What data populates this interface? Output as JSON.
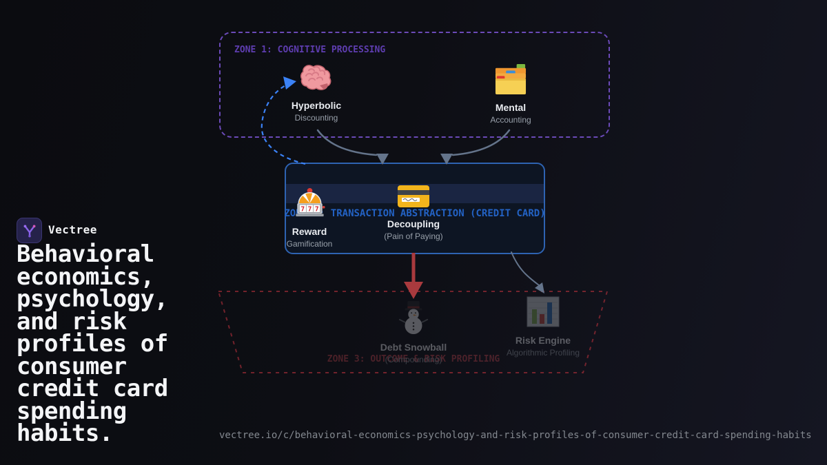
{
  "brand": {
    "name": "Vectree"
  },
  "headline": "Behavioral\neconomics,\npsychology,\nand risk\nprofiles of\nconsumer\ncredit card\nspending\nhabits.",
  "footer": {
    "url": "vectree.io/c/behavioral-economics-psychology-and-risk-profiles-of-consumer-credit-card-spending-habits"
  },
  "diagram": {
    "zone1": {
      "label": "ZONE 1: COGNITIVE PROCESSING",
      "accent": "#6b4ab8",
      "nodes": [
        {
          "icon": "brain-icon",
          "title": "Hyperbolic",
          "subtitle": "Discounting"
        },
        {
          "icon": "card-index-icon",
          "title": "Mental",
          "subtitle": "Accounting"
        }
      ]
    },
    "zone2": {
      "label": "ZONE 2: TRANSACTION ABSTRACTION (CREDIT CARD)",
      "accent": "#2e63b2",
      "nodes": [
        {
          "icon": "slot-machine-icon",
          "title": "Reward",
          "subtitle": "Gamification"
        },
        {
          "icon": "credit-card-icon",
          "title": "Decoupling",
          "subtitle": "(Pain of Paying)"
        }
      ]
    },
    "zone3": {
      "label": "ZONE 3: OUTCOME & RISK PROFILING",
      "accent": "#a03540",
      "nodes": [
        {
          "icon": "snowman-icon",
          "title": "Debt Snowball",
          "subtitle": "(Compounding)"
        },
        {
          "icon": "bar-chart-icon",
          "title": "Risk Engine",
          "subtitle": "Algorithmic Profiling"
        }
      ]
    },
    "arrow_colors": {
      "cognitive_flow": "#64748b",
      "feedback_loop": "#3b82f6",
      "debt_flow": "#a93a3e"
    }
  }
}
